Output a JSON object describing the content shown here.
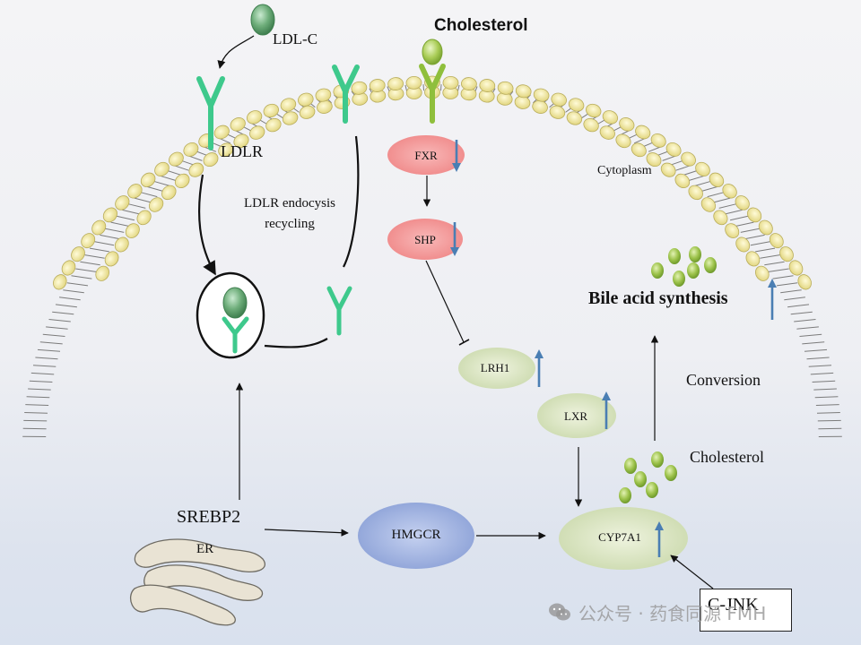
{
  "labels": {
    "ldl_c": "LDL-C",
    "cholesterol_top": "Cholesterol",
    "ldlr": "LDLR",
    "ldlr_endocytosis": "LDLR endocysis",
    "recycling": "recycling",
    "fxr": "FXR",
    "shp": "SHP",
    "cytoplasm": "Cytoplasm",
    "bile_acid_synthesis": "Bile acid synthesis",
    "lrh1": "LRH1",
    "lxr": "LXR",
    "conversion": "Conversion",
    "cholesterol_lower": "Cholesterol",
    "srebp2": "SREBP2",
    "er": "ER",
    "hmgcr": "HMGCR",
    "cyp7a1": "CYP7A1",
    "c_jnk": "C-JNK"
  },
  "regulation": {
    "fxr": "down",
    "shp": "down",
    "lrh1": "up",
    "lxr": "up",
    "cyp7a1": "up",
    "bile_acid_synthesis": "up"
  },
  "watermark": {
    "text": "公众号 · 药食同源 FMH",
    "icon": "wechat-icon"
  },
  "colors": {
    "receptor_green": "#3ec98c",
    "fxr_receptor_green": "#8fbf3c",
    "ldl_particle": "#5e9e6a",
    "bile_acid_particle": "#9cc24a",
    "lipid_head": "#eee59c",
    "fxr_shp_fill": "#f39a9a",
    "nuclear_receptor_fill": "#dfe8c9",
    "hmgcr_fill": "#9db0df",
    "regulation_arrow": "#4a7eb3"
  }
}
